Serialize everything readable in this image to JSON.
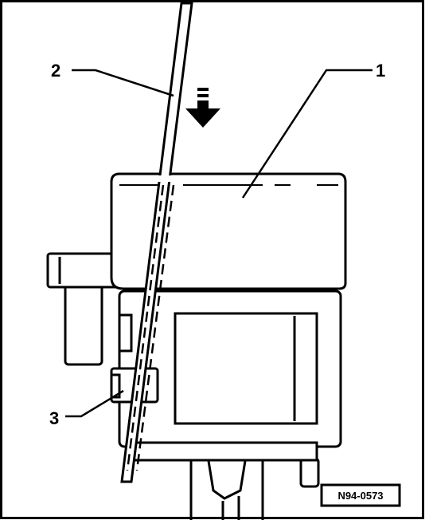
{
  "callouts": [
    {
      "id": "1",
      "text": "1"
    },
    {
      "id": "2",
      "text": "2"
    },
    {
      "id": "3",
      "text": "3"
    }
  ],
  "figure_code": "N94-0573",
  "colors": {
    "ink": "#000000",
    "paper": "#ffffff"
  },
  "icons": {
    "direction": "arrow-down-icon"
  }
}
